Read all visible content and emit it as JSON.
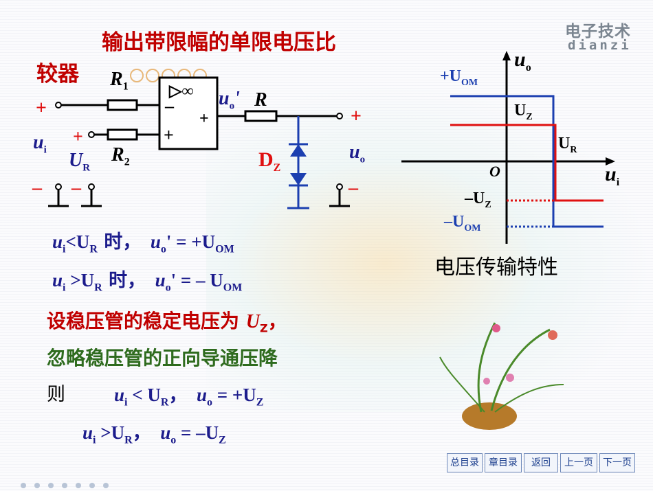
{
  "header": {
    "title_line1": "输出带限幅的单限电压比",
    "title_line2": "较器",
    "brand_cn": "电子技术",
    "brand_en": "dianzi"
  },
  "circuit": {
    "plus_in": "+",
    "minus_in": "–",
    "ui_label": "u",
    "ui_sub": "i",
    "r1": "R",
    "r1_sub": "1",
    "r2": "R",
    "r2_sub": "2",
    "ur_label": "U",
    "ur_sub": "R",
    "ur_plus": "+",
    "ur_minus": "–",
    "opamp_sym": "▷∞",
    "opamp_minus": "–",
    "opamp_plus_in": "+",
    "opamp_plus_out": "+",
    "uo_prime": "u",
    "uo_prime_sub": "o",
    "uo_prime_mark": "'",
    "r": "R",
    "dz": "D",
    "dz_sub": "Z",
    "out_plus": "+",
    "out_minus": "–",
    "uo": "u",
    "uo_sub": "o"
  },
  "graph": {
    "y_label": "u",
    "y_sub": "o",
    "x_label": "u",
    "x_sub": "i",
    "origin": "O",
    "plus_uom": "+U",
    "plus_uom_sub": "OM",
    "uz": "U",
    "uz_sub": "Z",
    "ur": "U",
    "ur_sub": "R",
    "minus_uz": "–U",
    "minus_uz_sub": "Z",
    "minus_uom": "–U",
    "minus_uom_sub": "OM",
    "caption": "电压传输特性"
  },
  "equations": {
    "line1": {
      "a": "u",
      "a_sub": "i",
      "op": "<U",
      "op_sub": "R",
      "when": " 时，",
      "b": "u",
      "b_sub": "o",
      "rhs": "' = +U",
      "rhs_sub": "OM"
    },
    "line2": {
      "a": "u",
      "a_sub": "i",
      "op": " >U",
      "op_sub": "R",
      "when": " 时，",
      "b": "u",
      "b_sub": "o",
      "rhs": "' = – U",
      "rhs_sub": "OM"
    },
    "note_red_text": "设稳压管的稳定电压为 ",
    "note_red_var": "U",
    "note_red_sub": "Z",
    "note_red_end": "，",
    "note_green": "忽略稳压管的正向导通压降",
    "then": "则",
    "line3": {
      "a": "u",
      "a_sub": "i",
      "op": " < U",
      "op_sub": "R",
      "sep": "，",
      "b": "u",
      "b_sub": "o",
      "rhs": " = +U",
      "rhs_sub": "Z"
    },
    "line4": {
      "a": "u",
      "a_sub": "i",
      "op": " >U",
      "op_sub": "R",
      "sep": "，",
      "b": "u",
      "b_sub": "o",
      "rhs": " = –U",
      "rhs_sub": "Z"
    }
  },
  "nav": {
    "main_toc": "总目录",
    "chapter_toc": "章目录",
    "back": "返回",
    "prev": "上一页",
    "next": "下一页"
  },
  "colors": {
    "red": "#c00000",
    "blue": "#1c1c8c",
    "green": "#2e6b1e"
  }
}
